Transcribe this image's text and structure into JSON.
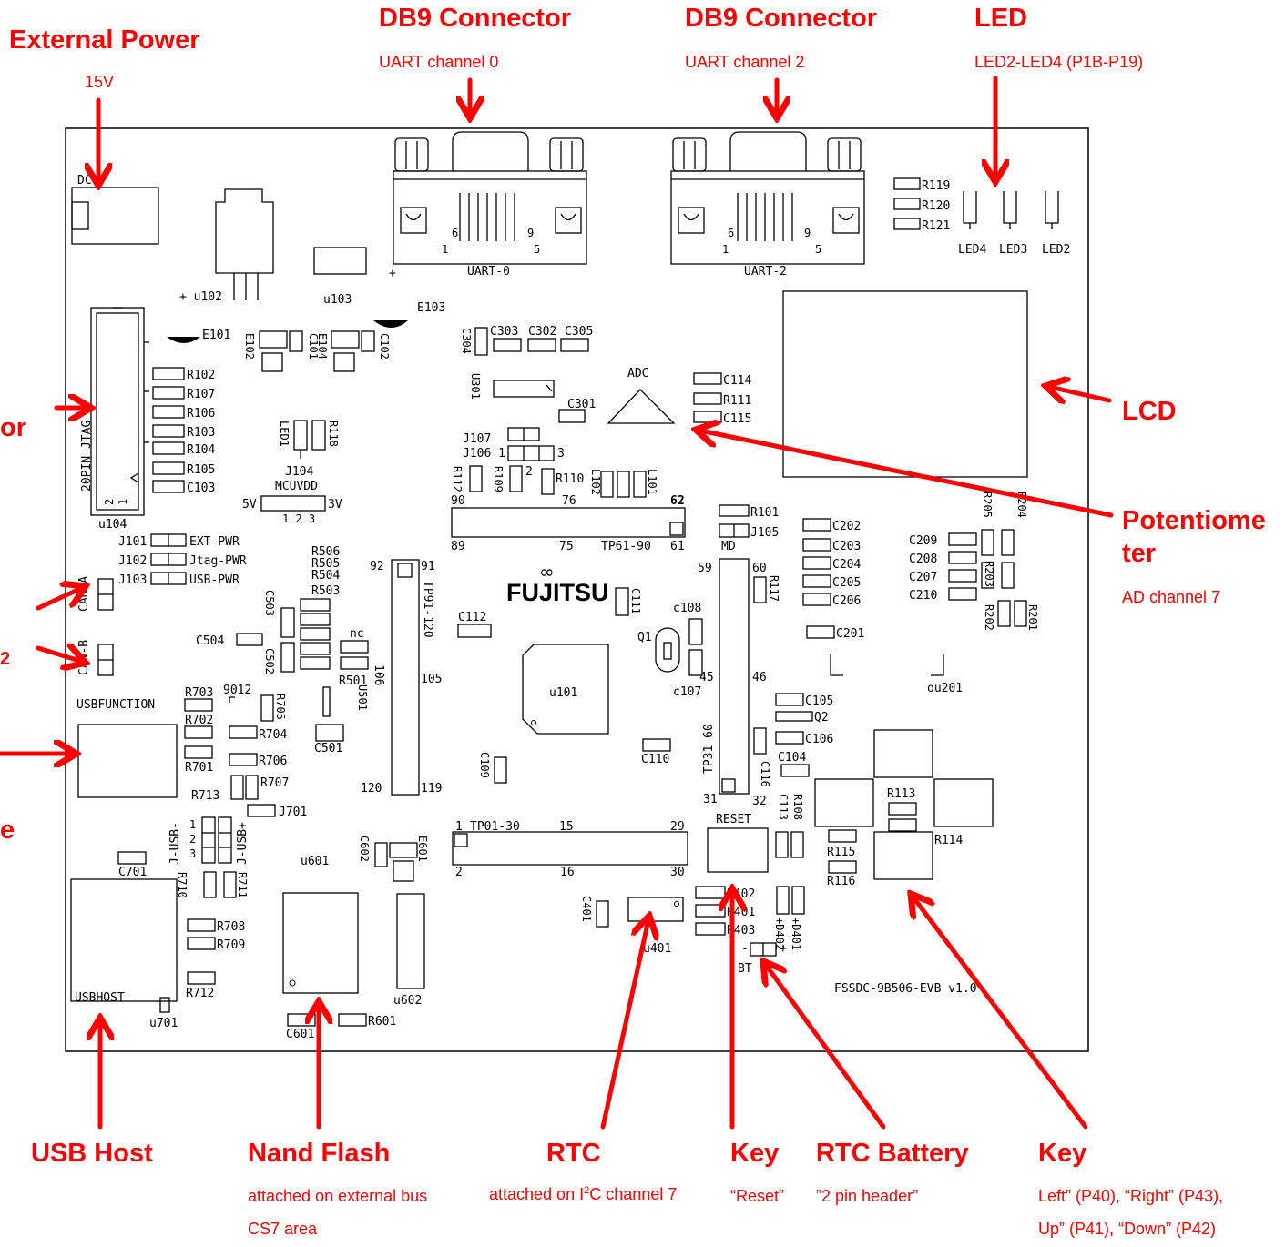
{
  "board": {
    "model_label": "FSSDC-9B506-EVB v1.0",
    "logo_text": "FUJITSU",
    "silkscreen": {
      "dc_jack": "DC",
      "uart0": "UART-0",
      "uart2": "UART-2",
      "u102": "u102",
      "u103": "u103",
      "e101": "E101",
      "e102": "E102",
      "e103": "E103",
      "e104": "E104",
      "c101": "C101",
      "c102": "C102",
      "jtag": "20PIN-JTAG",
      "u104": "u104",
      "r102": "R102",
      "r107": "R107",
      "r106": "R106",
      "r103": "R103",
      "r104": "R104",
      "r105": "R105",
      "c103": "C103",
      "led1": "LED1",
      "r118": "R118",
      "j104": "J104",
      "mcuvdd": "MCUVDD",
      "v5": "5V",
      "v3": "3V",
      "pins123": "1 2 3",
      "j101": "J101",
      "j102": "J102",
      "j103": "J103",
      "ext_pwr": "EXT-PWR",
      "jtag_pwr": "Jtag-PWR",
      "usb_pwr": "USB-PWR",
      "can_a": "CAN-A",
      "can_b": "CAN-B",
      "r119": "R119",
      "r120": "R120",
      "r121": "R121",
      "led4": "LED4",
      "led3": "LED3",
      "led2": "LED2",
      "c303": "C303",
      "c302": "C302",
      "c305": "C305",
      "c304": "C304",
      "u301": "U301",
      "adc": "ADC",
      "c301": "C301",
      "c114": "C114",
      "r111": "R111",
      "c115": "C115",
      "j107": "J107",
      "j106": "J106",
      "r112": "R112",
      "r109": "R109",
      "r110": "R110",
      "l102": "L102",
      "l101": "L101",
      "tp61": "TP61-90",
      "tp91": "TP91-120",
      "tp31": "TP31-60",
      "tp01": "TP01-30",
      "r101": "R101",
      "j105": "J105",
      "md": "MD",
      "c202": "C202",
      "c203": "C203",
      "c204": "C204",
      "c205": "C205",
      "c206": "C206",
      "c201": "C201",
      "c209": "C209",
      "c208": "C208",
      "c207": "C207",
      "c210": "C210",
      "r205": "R205",
      "r204": "R204",
      "r203": "R203",
      "r202": "R202",
      "r201": "R201",
      "u201": "u201",
      "r506": "R506",
      "r505": "R505",
      "r504": "R504",
      "r503": "R503",
      "c503": "C503",
      "c504": "C504",
      "c502": "C502",
      "nc": "nc",
      "r501": "R501",
      "u501": "U501",
      "c501": "C501",
      "c112": "C112",
      "c111": "C111",
      "c108": "c108",
      "c107": "c107",
      "q1": "Q1",
      "u101": "u101",
      "r117": "R117",
      "c105": "C105",
      "q2": "Q2",
      "c106": "C106",
      "c104": "C104",
      "c116": "C116",
      "c109": "C109",
      "c110": "C110",
      "usbfunction": "USBFUNCTION",
      "usbhost": "USBHOST",
      "r703": "R703",
      "r702": "R702",
      "r701": "R701",
      "r704": "R704",
      "r705": "R705",
      "r706": "R706",
      "r707": "R707",
      "r713": "R713",
      "j701": "J701",
      "ic9012": "9012",
      "j_usb_minus": "J-USB-",
      "j_usb_plus": "J-USB+",
      "c701": "C701",
      "r710": "R710",
      "r711": "R711",
      "r708": "R708",
      "r709": "R709",
      "r712": "R712",
      "u701": "u701",
      "u601": "u601",
      "c602": "C602",
      "e601": "E601",
      "u602": "u602",
      "c601": "C601",
      "r601": "R601",
      "c113": "C113",
      "r108": "R108",
      "reset": "RESET",
      "r113": "R113",
      "r114": "R114",
      "r115": "R115",
      "r116": "R116",
      "c401": "C401",
      "u401": "u401",
      "r402": "R402",
      "r401": "R401",
      "r403": "R403",
      "d402": "D402",
      "d401": "D401",
      "bt": "BT"
    },
    "pin_labels": {
      "p90": "90",
      "p76": "76",
      "p62": "62",
      "p89": "89",
      "p75": "75",
      "p61": "61",
      "p92": "92",
      "p91": "91",
      "p105": "105",
      "p106": "106",
      "p120": "120",
      "p119": "119",
      "p59": "59",
      "p60": "60",
      "p45": "45",
      "p46": "46",
      "p31": "31",
      "p32": "32",
      "p1": "1",
      "p15": "15",
      "p29": "29",
      "p2": "2",
      "p16": "16",
      "p30": "30",
      "db_6": "6",
      "db_9": "9",
      "db_1": "1",
      "db_5": "5"
    }
  },
  "callouts": {
    "external_power": {
      "title": "External Power",
      "sub": "15V"
    },
    "db9_left": {
      "title": "DB9 Connector",
      "sub": "UART channel 0"
    },
    "db9_right": {
      "title": "DB9 Connector",
      "sub": "UART channel 2"
    },
    "led": {
      "title": "LED",
      "sub": "LED2-LED4 (P1B-P19)"
    },
    "jtag_connector": {
      "title": "or"
    },
    "can_port": {
      "title": "2"
    },
    "usb_function": {
      "title": "e"
    },
    "lcd": {
      "title": "LCD"
    },
    "potentiometer": {
      "title_line1": "Potentiome",
      "title_line2": "ter",
      "sub": "AD channel 7"
    },
    "usb_host": {
      "title": "USB Host"
    },
    "nand_flash": {
      "title": "Nand Flash",
      "sub_line1": "attached on external bus",
      "sub_line2": "CS7 area"
    },
    "rtc": {
      "title": "RTC",
      "sub_before": "attached on I",
      "sub_sup": "2",
      "sub_after": "C channel 7"
    },
    "key_reset": {
      "title": "Key",
      "sub": "“Reset”"
    },
    "rtc_battery": {
      "title": "RTC Battery",
      "sub": "”2 pin header”"
    },
    "key_dir": {
      "title": "Key",
      "sub_line1": "Left” (P40), “Right” (P43),",
      "sub_line2": "Up” (P41), “Down” (P42)"
    }
  },
  "colors": {
    "callout": "#ff0000",
    "outline": "#000000",
    "background": "#ffffff"
  }
}
